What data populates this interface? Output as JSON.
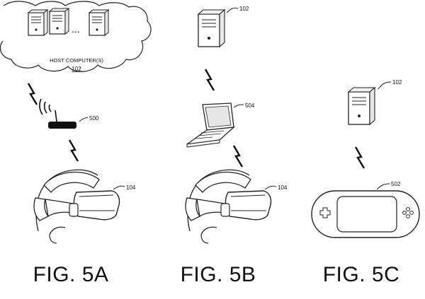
{
  "panels": {
    "a": {
      "caption": "FIG. 5A",
      "host_label": "Host computer(s)",
      "host_ref": "102",
      "dots": "...",
      "router_ref": "500",
      "hmd_ref": "104"
    },
    "b": {
      "caption": "FIG. 5B",
      "server_ref": "102",
      "laptop_ref": "504",
      "hmd_ref": "104"
    },
    "c": {
      "caption": "FIG. 5C",
      "server_ref": "102",
      "handheld_ref": "502"
    }
  },
  "colors": {
    "line": "#222222",
    "fill": "#ffffff",
    "screen": "#e6e6e6",
    "dark": "#111111"
  }
}
